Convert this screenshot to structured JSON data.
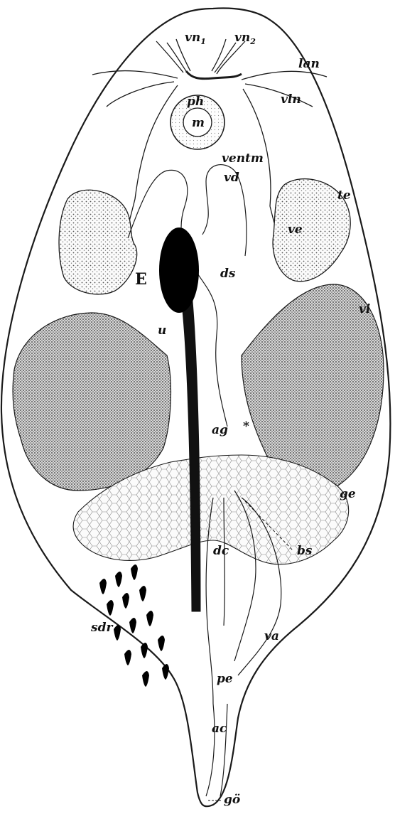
{
  "figure": {
    "labels": {
      "vn1": "vn",
      "vn1_sub": "1",
      "vn2": "vn",
      "vn2_sub": "2",
      "lan": "lan",
      "vln": "vln",
      "ph": "ph",
      "m": "m",
      "ventm": "ventm",
      "vd": "vd",
      "te": "te",
      "ve": "ve",
      "E": "E",
      "ds": "ds",
      "vi": "vi",
      "u": "u",
      "ag": "ag",
      "star": "*",
      "ge": "ge",
      "bs": "bs",
      "dc": "dc",
      "sdr": "sdr",
      "va": "va",
      "pe": "pe",
      "ac": "ac",
      "go": "gö"
    },
    "colors": {
      "ink": "#1a1a1a",
      "stipple": "#9a9a9a",
      "egg": "#000000"
    }
  }
}
